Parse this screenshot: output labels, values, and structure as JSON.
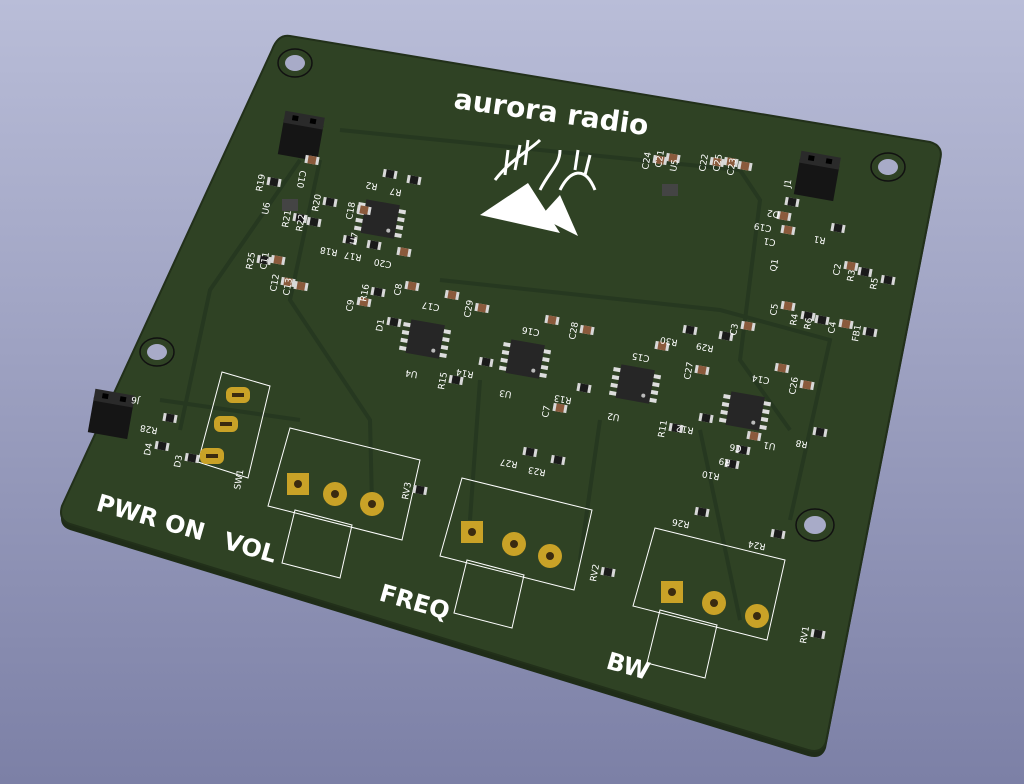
{
  "board": {
    "title": "aurora radio",
    "labels": {
      "pwr_on": "PWR ON",
      "vol": "VOL",
      "freq": "FREQ",
      "bw": "BW"
    },
    "colors": {
      "background_top": "#b9bdd8",
      "background_bottom": "#7c80a6",
      "soldermask": "#2f4224",
      "edge": "#1f2c18",
      "silkscreen": "#ffffff",
      "pad_gold": "#c9a227",
      "ic_body": "#262626"
    }
  },
  "refs": [
    "R19",
    "C10",
    "U6",
    "R20",
    "R21",
    "R22",
    "R25",
    "C11",
    "C12",
    "C13",
    "R2",
    "R7",
    "C18",
    "U7",
    "R18",
    "R17",
    "C20",
    "C9",
    "R16",
    "C8",
    "D1",
    "C17",
    "C29",
    "U4",
    "R15",
    "R14",
    "C16",
    "C28",
    "U3",
    "R13",
    "C7",
    "C15",
    "C27",
    "U2",
    "R11",
    "R12",
    "R30",
    "R29",
    "C3",
    "C14",
    "C26",
    "U1",
    "R8",
    "C6",
    "R9",
    "R10",
    "C24",
    "C21",
    "U5",
    "C22",
    "C25",
    "C23",
    "J1",
    "D2",
    "C19",
    "C1",
    "R1",
    "Q1",
    "C2",
    "R3",
    "R5",
    "C5",
    "R4",
    "R6",
    "C4",
    "FB1",
    "J6",
    "R28",
    "D4",
    "D3",
    "SW1",
    "RV3",
    "RV2",
    "RV1",
    "R27",
    "R23",
    "R26",
    "R24"
  ]
}
